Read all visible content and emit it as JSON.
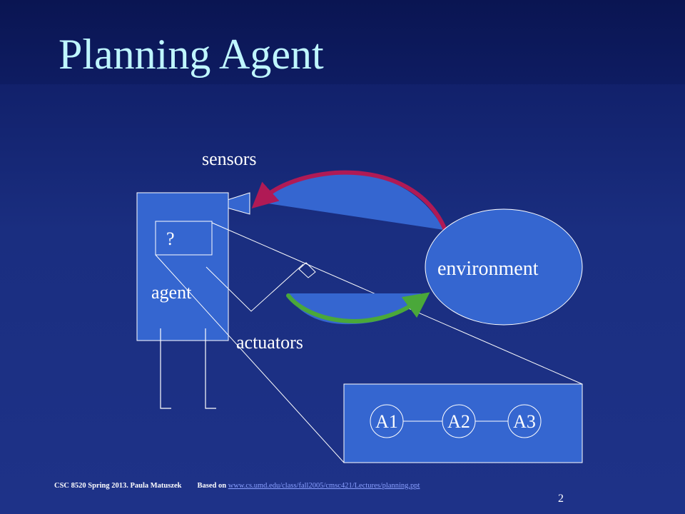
{
  "slide": {
    "title": "Planning Agent",
    "page_number": "2"
  },
  "diagram": {
    "sensors_label": "sensors",
    "actuators_label": "actuators",
    "agent_label": "agent",
    "unknown_box_label": "?",
    "environment_label": "environment",
    "plan_nodes": [
      "A1",
      "A2",
      "A3"
    ]
  },
  "footer": {
    "course_text": "CSC 8520 Spring 2013. Paula Matuszek",
    "based_on_label": "Based on",
    "source_link": "www.cs.umd.edu/class/fall2005/cmsc421/Lectures/planning.ppt"
  },
  "colors": {
    "title_text": "#bff6ff",
    "shape_fill": "#3566d0",
    "sensor_arrow": "#b01a55",
    "actuator_arrow": "#4aa83a"
  }
}
